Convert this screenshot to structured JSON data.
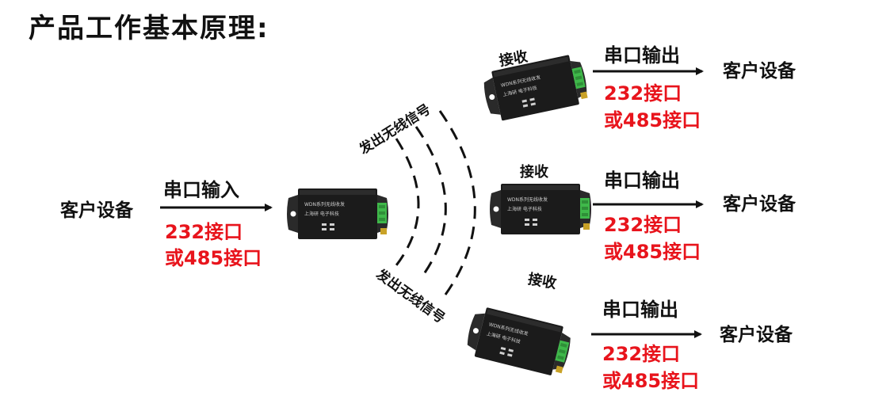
{
  "title": "产品工作基本原理:",
  "input": {
    "device": "客户设备",
    "port": "串口输入",
    "iface1": "232接口",
    "iface2": "或485接口"
  },
  "wireless": {
    "top": "发出无线信号",
    "bottom": "发出无线信号"
  },
  "receivers": [
    {
      "label": "接收",
      "port": "串口输出",
      "iface1": "232接口",
      "iface2": "或485接口",
      "device": "客户设备"
    },
    {
      "label": "接收",
      "port": "串口输出",
      "iface1": "232接口",
      "iface2": "或485接口",
      "device": "客户设备"
    },
    {
      "label": "接收",
      "port": "串口输出",
      "iface1": "232接口",
      "iface2": "或485接口",
      "device": "客户设备"
    }
  ],
  "colors": {
    "accent_red": "#e8141c",
    "text": "#111111",
    "device_body": "#1b1b1b",
    "terminal_green": "#3fb84a"
  }
}
